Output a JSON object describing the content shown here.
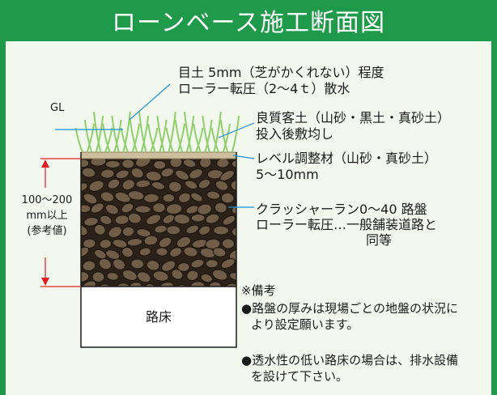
{
  "title": "ローンベース施工断面図",
  "labels": {
    "gl": "GL",
    "turf_line1": "目土 5mm（芝がかくれない）程度",
    "turf_line2": "ローラー転圧（2～4ｔ）散水",
    "soil_line1": "良質客土（山砂・黒土・真砂土）",
    "soil_line2": "投入後敷均し",
    "level_line1": "レベル調整材（山砂・真砂土）",
    "level_line2": "5～10mm",
    "crusher_line1": "クラッシャーラン0～40 路盤",
    "crusher_line2": "ローラー転圧…一般舗装道路と",
    "crusher_line3": "同等",
    "depth_line1": "100～200",
    "depth_line2": "mm以上",
    "depth_line3": "(参考値)",
    "subgrade": "路床"
  },
  "notes": {
    "heading": "※備考",
    "note1_line1": "●路盤の厚みは現場ごとの地盤の状況に",
    "note1_line2": "より設定願います。",
    "note2_line1": "●透水性の低い路床の場合は、排水設備",
    "note2_line2": "を設けて下さい。"
  },
  "colors": {
    "brand_green": "#1f9a4a",
    "panel_bg": "#f3f8ee",
    "leader_blue": "#1a8fd6",
    "dimension_red": "#e02020",
    "gravel_dark": "#2c2118",
    "gravel_stone": "#6f5d47",
    "level_sand": "#cdbf9d",
    "grass": "#8fce6a"
  }
}
